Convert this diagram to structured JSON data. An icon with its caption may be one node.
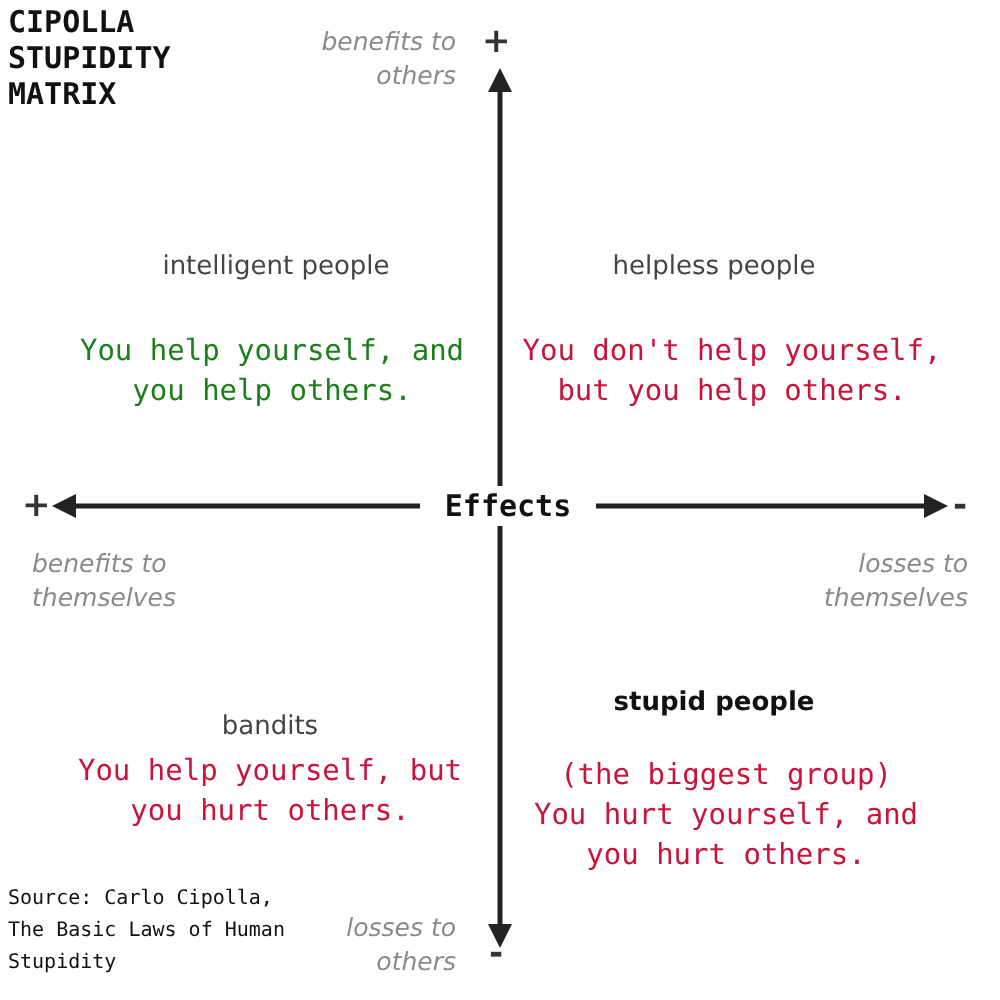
{
  "diagram": {
    "title": "CIPOLLA STUPIDITY MATRIX",
    "caption": "Source: Carlo Cipolla, The Basic Laws of Human Stupidity",
    "labels": [
      "benefits to others",
      "+",
      "intelligent people",
      "You help yourself, and you help others.",
      "helpless people",
      "You don't help yourself, but you help others.",
      "+",
      "Effects",
      "-",
      "benefits to themselves",
      "losses to themselves",
      "bandits",
      "You help yourself, but you hurt others.",
      "stupid people",
      "(the biggest group) You hurt yourself, and you hurt others.",
      "losses to others",
      "-"
    ]
  }
}
